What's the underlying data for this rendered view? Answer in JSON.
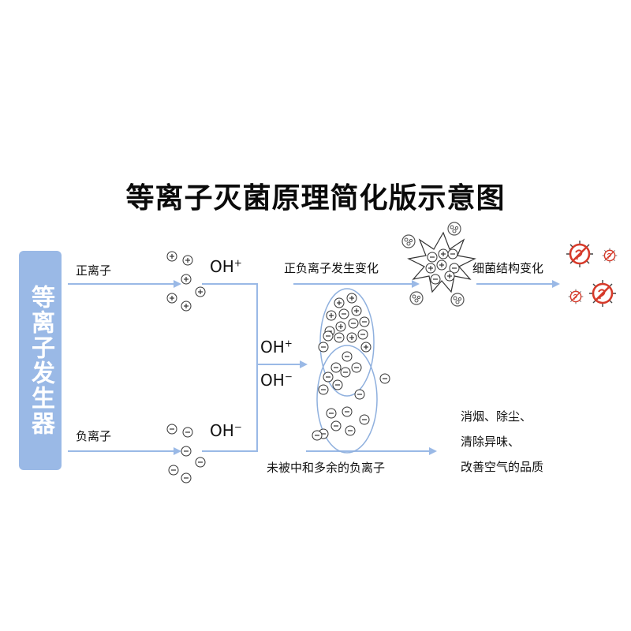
{
  "title": "等离子灭菌原理简化版示意图",
  "generator": "等离子发生器",
  "labels": {
    "positive_ion": "正离子",
    "negative_ion": "负离子",
    "oh_plus": "OH",
    "oh_plus_sup": "+",
    "oh_minus": "OH",
    "oh_minus_sup": "−",
    "mix_oh_plus": "OH",
    "mix_oh_plus_sup": "+",
    "mix_oh_minus": "OH",
    "mix_oh_minus_sup": "−",
    "change": "正负离子发生变化",
    "bacteria_change": "细菌结构变化",
    "leftover": "未被中和多余的负离子"
  },
  "effects": [
    "消烟、除尘、",
    "清除异味、",
    "改善空气的品质"
  ],
  "colors": {
    "arrow": "#9ab9e6",
    "generator": "#9ab9e6",
    "ellipse": "#8fb0de",
    "bacteria": "#d63a2a"
  }
}
